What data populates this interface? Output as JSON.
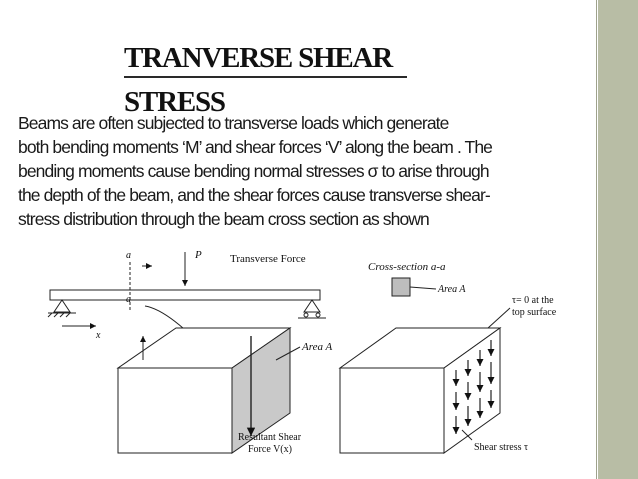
{
  "title": "TRANVERSE SHEAR STRESS",
  "body_lines": [
    "Beams are often subjected to transverse loads which generate",
    "both bending moments ‘M’ and shear forces ‘V’ along the beam . The",
    "bending moments cause bending normal stresses σ to arise through",
    "the depth of the beam, and the shear forces cause transverse shear-",
    "stress distribution through the beam cross section as shown"
  ],
  "figure": {
    "label_a_top": "a",
    "label_a_bottom": "a",
    "label_P": "P",
    "label_transverse_force": "Transverse Force",
    "label_x": "x",
    "label_area_a_left": "Area A",
    "label_resultant_line1": "Resultant Shear",
    "label_resultant_line2": "Force V(x)",
    "label_cross_section": "Cross-section a-a",
    "label_area_a_small": "Area A",
    "label_tau_zero_line1": "τ= 0 at the",
    "label_tau_zero_line2": "top surface",
    "label_shear_stress": "Shear stress τ"
  },
  "colors": {
    "sidebar": "#b8bda5",
    "text": "#1a1a1a"
  }
}
